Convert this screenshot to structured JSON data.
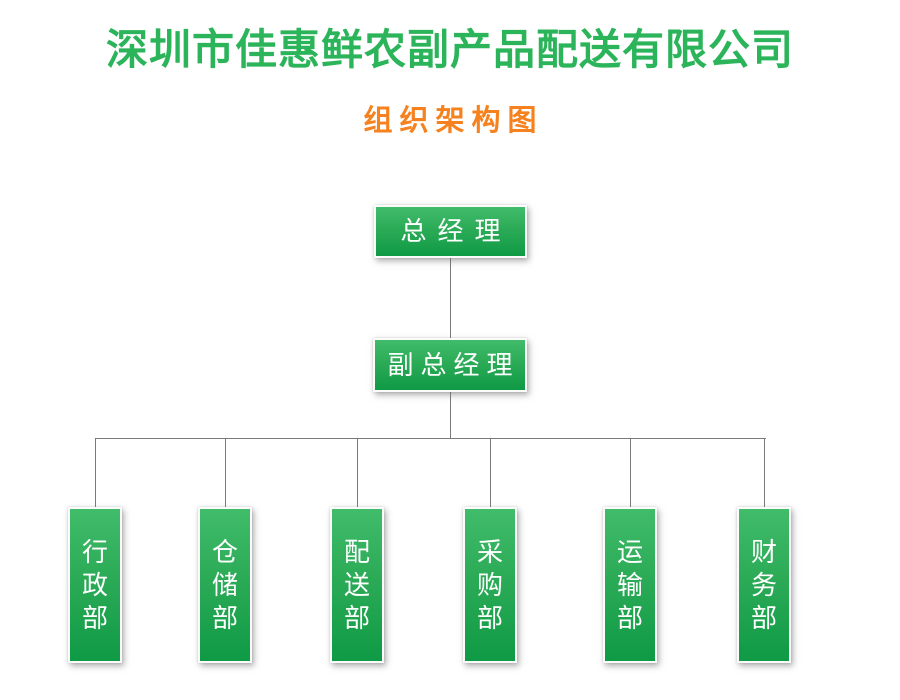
{
  "page": {
    "company_title": "深圳市佳惠鲜农副产品配送有限公司",
    "chart_subtitle": "组织架构图"
  },
  "org": {
    "general_manager": "总经理",
    "deputy_general_manager": "副总经理",
    "departments": [
      "行政部",
      "仓储部",
      "配送部",
      "采购部",
      "运输部",
      "财务部"
    ]
  },
  "colors": {
    "title_green": "#2bb45a",
    "subtitle_orange": "#f5821f",
    "node_gradient_top": "#40bc6a",
    "node_gradient_bottom": "#0f9a45",
    "node_text": "#ffffff",
    "connector_gray": "#7a7a7a",
    "background": "#ffffff"
  }
}
